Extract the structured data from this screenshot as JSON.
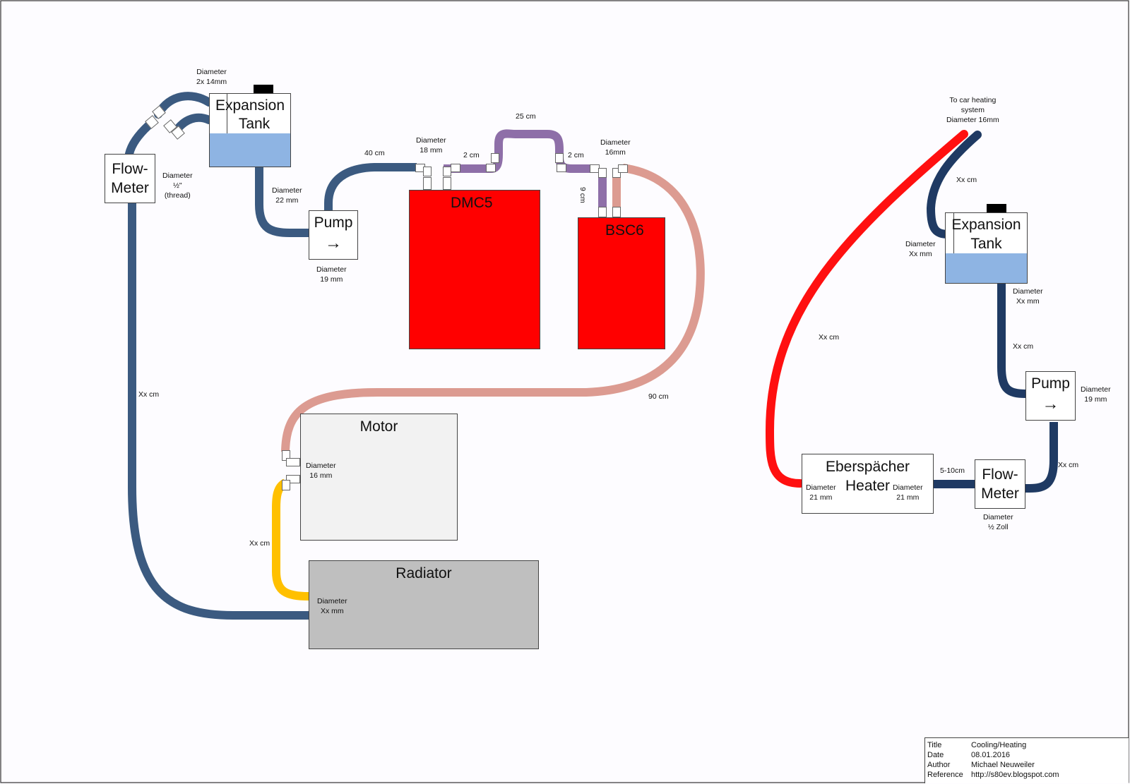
{
  "components": {
    "flow_meter_left": "Flow-\nMeter",
    "expansion_tank_left_1": "Expansion",
    "expansion_tank_left_2": "Tank",
    "pump_left": "Pump",
    "dmc5": "DMC5",
    "bsc6": "BSC6",
    "motor": "Motor",
    "radiator": "Radiator",
    "expansion_tank_right_1": "Expansion",
    "expansion_tank_right_2": "Tank",
    "pump_right": "Pump",
    "heater_1": "Eberspächer",
    "heater_2": "Heater",
    "flow_meter_right": "Flow-\nMeter"
  },
  "icons": {
    "pump_arrow": "→"
  },
  "labels": {
    "dia_2x14": "Diameter\n2x 14mm",
    "dia_half_thread": "Diameter\n½\"\n(thread)",
    "dia_22": "Diameter\n22 mm",
    "dia_19_left": "Diameter\n19 mm",
    "len_40": "40 cm",
    "dia_18": "Diameter\n18 mm",
    "len_2_a": "2 cm",
    "len_25": "25 cm",
    "len_2_b": "2 cm",
    "dia_16_top": "Diameter\n16mm",
    "len_9": "9 cm",
    "len_90": "90 cm",
    "len_xx_left": "Xx cm",
    "dia_16_motor": "Diameter\n16 mm",
    "len_xx_yellow": "Xx cm",
    "dia_xx_radiator": "Diameter\nXx mm",
    "car_heating": "To car heating\nsystem\nDiameter 16mm",
    "len_xx_right_top": "Xx cm",
    "dia_xx_tank_r": "Diameter\nXx mm",
    "len_xx_red": "Xx cm",
    "dia_xx_tank_out": "Diameter\nXx mm",
    "len_xx_right_mid": "Xx cm",
    "dia_19_right": "Diameter\n19 mm",
    "len_xx_right_low": "Xx cm",
    "dia_21_left": "Diameter\n21 mm",
    "dia_21_right": "Diameter\n21 mm",
    "len_5_10": "5-10cm",
    "dia_half_zoll": "Diameter\n½ Zoll"
  },
  "title_block": {
    "rows": [
      {
        "key": "Title",
        "value": "Cooling/Heating"
      },
      {
        "key": "Date",
        "value": "08.01.2016"
      },
      {
        "key": "Author",
        "value": "Michael Neuweiler"
      },
      {
        "key": "Reference",
        "value": "http://s80ev.blogspot.com"
      }
    ]
  },
  "colors": {
    "blue_hose": "#3b5a80",
    "dark_blue_hose": "#1f3a63",
    "purple_hose": "#8e6fa8",
    "salmon_hose": "#dc9b91",
    "yellow_hose": "#ffc000",
    "red_hose": "#ff1010",
    "controller_red": "#ff0000",
    "radiator_grey": "#bfbfbf",
    "motor_grey": "#f2f2f2",
    "water": "#8eb4e3"
  }
}
